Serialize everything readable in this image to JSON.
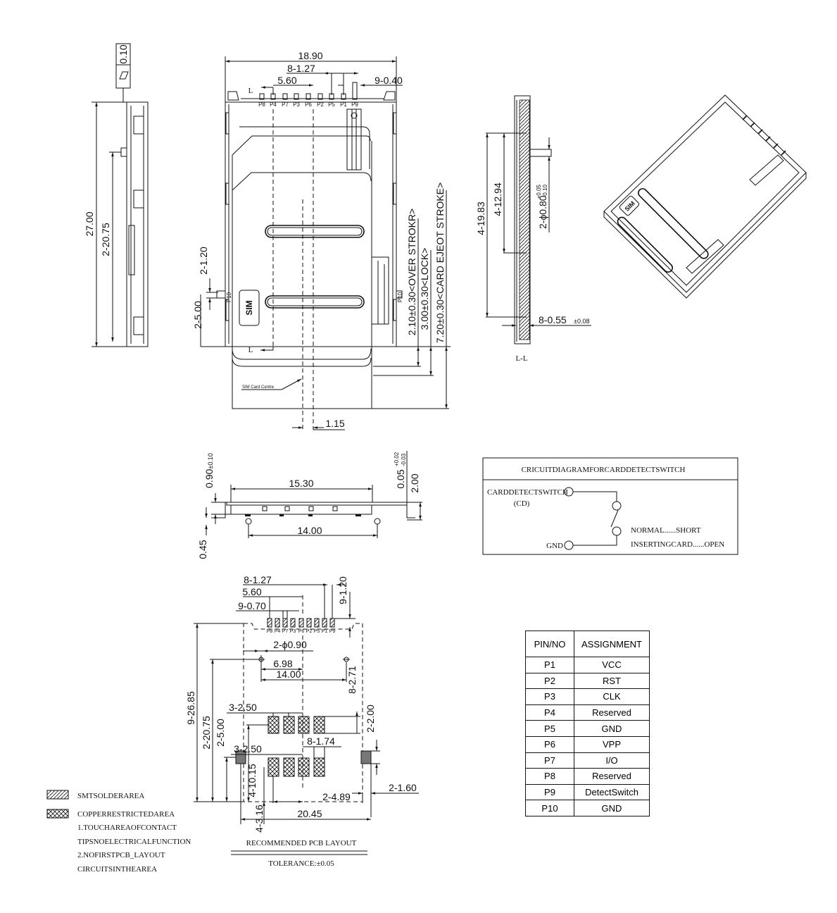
{
  "top_view": {
    "overall_width": "18.90",
    "pin_pitch": "8-1.27",
    "offset": "5.60",
    "pin_width": "9-0.40",
    "section_mark": "L",
    "pins": [
      "P8",
      "P4",
      "P7",
      "P3",
      "P6",
      "P2",
      "P5",
      "P1",
      "P9"
    ],
    "p10": "P10",
    "sim_logo": "SIM",
    "dim_post": "2-1.20",
    "dim_post_offset": "2-5.00",
    "over_stroke": "2.10±0.30<OVER STROKR>",
    "lock": "3.00±0.30<LOCK>",
    "eject": "7.20±0.30<CARD EJEOT STROKE>",
    "sim_centre": "SIM Card Centre",
    "centre_offset": "1.15"
  },
  "side_view": {
    "flatness": "0.10",
    "length": "27.00",
    "post_distance": "2-20.75"
  },
  "section_view": {
    "dim_a": "4-19.83",
    "dim_b": "4-12.94",
    "post_diameter": "2-ϕ0.80",
    "post_tol_plus": "+0.05",
    "post_tol_minus": "-0.10",
    "contact_width": "8-0.55",
    "contact_tol": "±0.08",
    "label": "L-L"
  },
  "front_view": {
    "width": "15.30",
    "post_span": "14.00",
    "thickness": "0.90",
    "thickness_tol": "±0.10",
    "standoff": "0.45",
    "coplanarity": "0.05",
    "coplanarity_tol_plus": "+0.02",
    "coplanarity_tol_minus": "-0.03",
    "height": "2.00"
  },
  "circuit": {
    "title": "CRICUITDIAGRAMFORCARDDETECTSWITCH",
    "cd_label": "CARDDETECTSWITCH",
    "cd_abbr": "(CD)",
    "gnd": "GND",
    "normal": "NORMAL......SHORT",
    "inserting": "INSERTINGCARD......OPEN"
  },
  "pcb_layout": {
    "pitch": "8-1.27",
    "offset": "5.60",
    "pad_width": "9-0.70",
    "pad_length": "9-1.20",
    "pins": [
      "P8",
      "P4",
      "P7",
      "P3",
      "P6",
      "P2",
      "P5",
      "P1",
      "P9"
    ],
    "holes": "2-ϕ0.90",
    "hole_offset": "6.98",
    "hole_span": "14.00",
    "pad_height": "8-2.71",
    "restrict_pitch_a": "3-2.50",
    "restrict_pitch_b": "3-2.50",
    "restrict_width": "8-1.74",
    "tab_height": "2-2.00",
    "tab_width": "2-1.60",
    "total_length": "9-26.85",
    "hole_distance": "2-20.75",
    "tab_offset": "2-5.00",
    "restrict_offset": "4-10.15",
    "restrict_bottom": "4-3.16",
    "restrict_x": "2-4.89",
    "overall_width": "20.45",
    "title": "RECOMMENDED PCB LAYOUT",
    "tolerance": "TOLERANCE:±0.05"
  },
  "legend": {
    "smt": "SMTSOLDERAREA",
    "copper": "COPPERRESTRICTEDAREA",
    "note1a": "1.TOUCHAREAOFCONTACT",
    "note1b": "TIPSNOELECTRICALFUNCTION",
    "note2a": "2.NOFIRSTPCB_LAYOUT",
    "note2b": "CIRCUITSINTHEAREA"
  },
  "pin_table": {
    "headers": [
      "PIN/NO",
      "ASSIGNMENT"
    ],
    "rows": [
      [
        "P1",
        "VCC"
      ],
      [
        "P2",
        "RST"
      ],
      [
        "P3",
        "CLK"
      ],
      [
        "P4",
        "Reserved"
      ],
      [
        "P5",
        "GND"
      ],
      [
        "P6",
        "VPP"
      ],
      [
        "P7",
        "I/O"
      ],
      [
        "P8",
        "Reserved"
      ],
      [
        "P9",
        "DetectSwitch"
      ],
      [
        "P10",
        "GND"
      ]
    ]
  }
}
